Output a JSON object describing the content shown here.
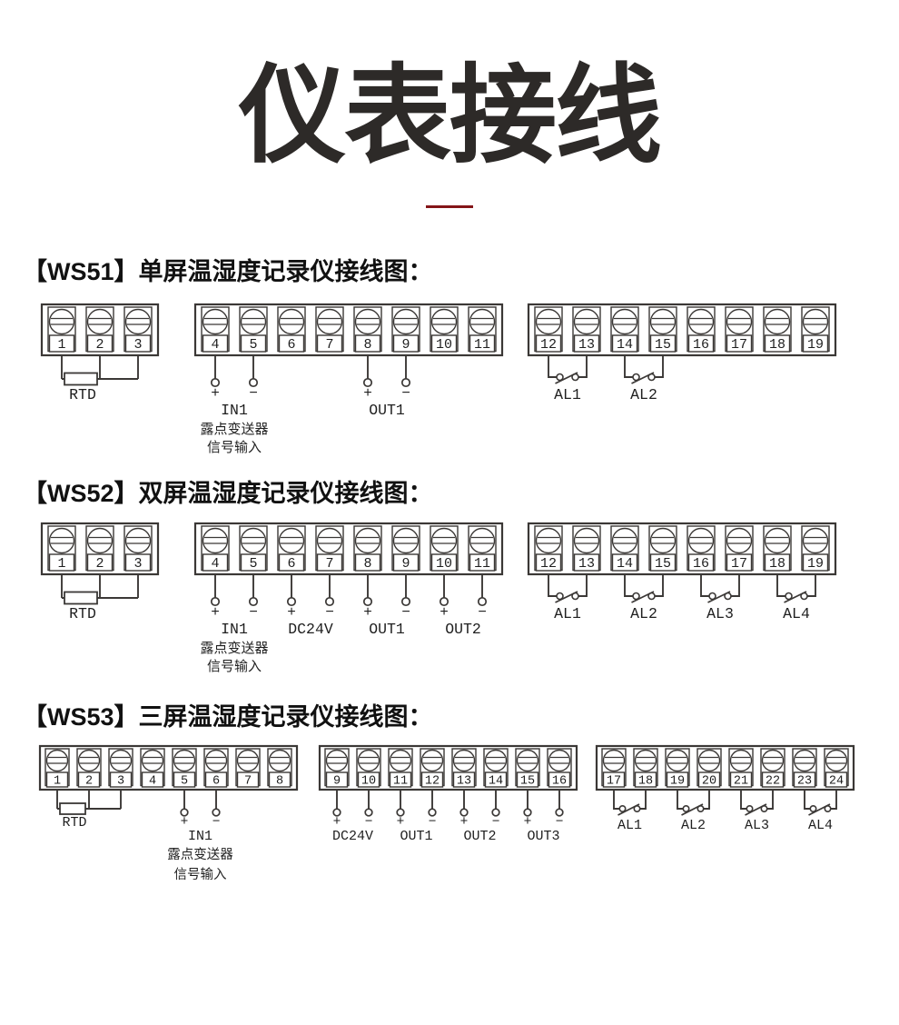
{
  "page": {
    "title": "仪表接线",
    "divider_color": "#841518",
    "line_color": "#3b3836",
    "plus_sign": "+",
    "minus_sign": "−"
  },
  "sections": [
    {
      "model": "WS51",
      "heading": "【WS51】单屏温湿度记录仪接线图：",
      "blocks": [
        {
          "terminals": [
            "1",
            "2",
            "3"
          ],
          "connections": [
            {
              "type": "rtd",
              "label": "RTD",
              "terminals": [
                0,
                1,
                2
              ]
            }
          ]
        },
        {
          "terminals": [
            "4",
            "5",
            "6",
            "7",
            "8",
            "9",
            "10",
            "11"
          ],
          "connections": [
            {
              "type": "pair",
              "label": "IN1",
              "sublabels": [
                "露点变送器",
                "信号输入"
              ],
              "plus": 0,
              "minus": 1
            },
            {
              "type": "pair",
              "label": "OUT1",
              "plus": 4,
              "minus": 5
            }
          ]
        },
        {
          "terminals": [
            "12",
            "13",
            "14",
            "15",
            "16",
            "17",
            "18",
            "19"
          ],
          "connections": [
            {
              "type": "relay",
              "label": "AL1",
              "a": 0,
              "b": 1
            },
            {
              "type": "relay",
              "label": "AL2",
              "a": 2,
              "b": 3
            }
          ]
        }
      ]
    },
    {
      "model": "WS52",
      "heading": "【WS52】双屏温湿度记录仪接线图：",
      "blocks": [
        {
          "terminals": [
            "1",
            "2",
            "3"
          ],
          "connections": [
            {
              "type": "rtd",
              "label": "RTD",
              "terminals": [
                0,
                1,
                2
              ]
            }
          ]
        },
        {
          "terminals": [
            "4",
            "5",
            "6",
            "7",
            "8",
            "9",
            "10",
            "11"
          ],
          "connections": [
            {
              "type": "pair",
              "label": "IN1",
              "sublabels": [
                "露点变送器",
                "信号输入"
              ],
              "plus": 0,
              "minus": 1
            },
            {
              "type": "pair",
              "label": "DC24V",
              "plus": 2,
              "minus": 3
            },
            {
              "type": "pair",
              "label": "OUT1",
              "plus": 4,
              "minus": 5
            },
            {
              "type": "pair",
              "label": "OUT2",
              "plus": 6,
              "minus": 7
            }
          ]
        },
        {
          "terminals": [
            "12",
            "13",
            "14",
            "15",
            "16",
            "17",
            "18",
            "19"
          ],
          "connections": [
            {
              "type": "relay",
              "label": "AL1",
              "a": 0,
              "b": 1
            },
            {
              "type": "relay",
              "label": "AL2",
              "a": 2,
              "b": 3
            },
            {
              "type": "relay",
              "label": "AL3",
              "a": 4,
              "b": 5
            },
            {
              "type": "relay",
              "label": "AL4",
              "a": 6,
              "b": 7
            }
          ]
        }
      ]
    },
    {
      "model": "WS53",
      "heading": "【WS53】三屏温湿度记录仪接线图：",
      "blocks": [
        {
          "terminals": [
            "1",
            "2",
            "3",
            "4",
            "5",
            "6",
            "7",
            "8"
          ],
          "connections": [
            {
              "type": "rtd",
              "label": "RTD",
              "terminals": [
                0,
                1,
                2
              ]
            },
            {
              "type": "pair",
              "label": "IN1",
              "sublabels": [
                "露点变送器",
                "信号输入"
              ],
              "plus": 4,
              "minus": 5
            }
          ]
        },
        {
          "terminals": [
            "9",
            "10",
            "11",
            "12",
            "13",
            "14",
            "15",
            "16"
          ],
          "connections": [
            {
              "type": "pair",
              "label": "DC24V",
              "plus": 0,
              "minus": 1
            },
            {
              "type": "pair",
              "label": "OUT1",
              "plus": 2,
              "minus": 3
            },
            {
              "type": "pair",
              "label": "OUT2",
              "plus": 4,
              "minus": 5
            },
            {
              "type": "pair",
              "label": "OUT3",
              "plus": 6,
              "minus": 7
            }
          ]
        },
        {
          "terminals": [
            "17",
            "18",
            "19",
            "20",
            "21",
            "22",
            "23",
            "24"
          ],
          "connections": [
            {
              "type": "relay",
              "label": "AL1",
              "a": 0,
              "b": 1
            },
            {
              "type": "relay",
              "label": "AL2",
              "a": 2,
              "b": 3
            },
            {
              "type": "relay",
              "label": "AL3",
              "a": 4,
              "b": 5
            },
            {
              "type": "relay",
              "label": "AL4",
              "a": 6,
              "b": 7
            }
          ]
        }
      ]
    }
  ]
}
